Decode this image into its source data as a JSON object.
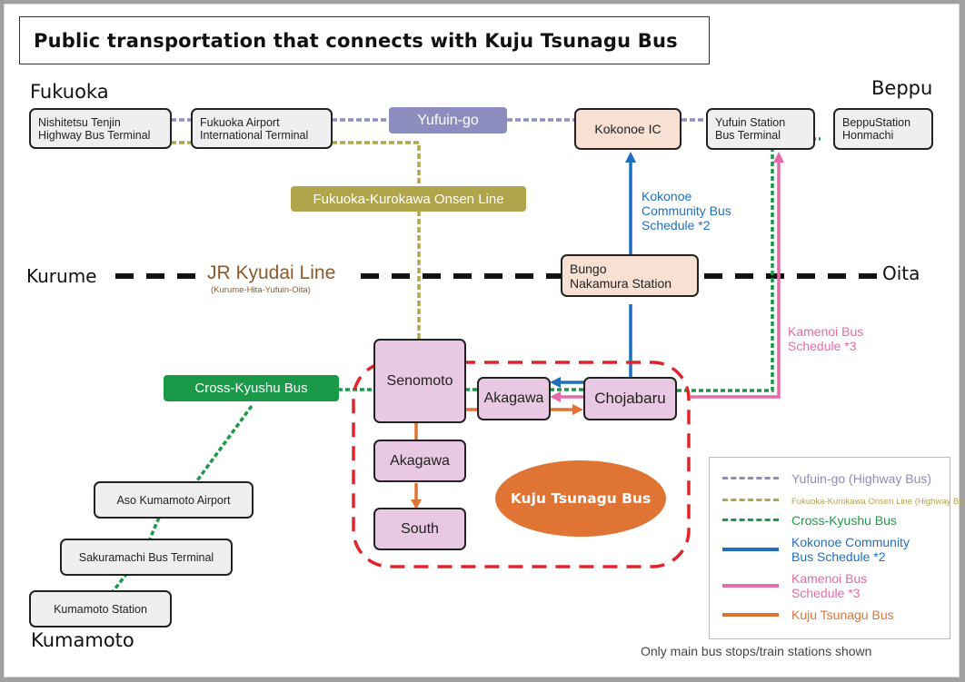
{
  "title": "Public transportation that connects with Kuju Tsunagu Bus",
  "regions": {
    "fukuoka": "Fukuoka",
    "beppu": "Beppu",
    "kumamoto": "Kumamoto",
    "kurume": "Kurume",
    "oita": "Oita"
  },
  "stops": {
    "nishitetsu_tenjin": "Nishitetsu Tenjin\nHighway Bus Terminal",
    "fukuoka_airport": "Fukuoka Airport\nInternational Terminal",
    "kokonoe_ic": "Kokonoe IC",
    "yufuin_station": "Yufuin Station\nBus Terminal",
    "beppu_station": "BeppuStation\nHonmachi",
    "bungo_nakamura": "Bungo\nNakamura Station",
    "senomoto": "Senomoto",
    "akagawa_east": "Akagawa",
    "chojabaru": "Chojabaru",
    "akagawa_south": "Akagawa",
    "south": "South",
    "aso_airport": "Aso Kumamoto Airport",
    "sakuramachi": "Sakuramachi Bus Terminal",
    "kumamoto_station": "Kumamoto Station"
  },
  "line_labels": {
    "yufuin_go": "Yufuin-go",
    "fukuoka_kurokawa": "Fukuoka-Kurokawa Onsen Line",
    "cross_kyushu": "Cross-Kyushu Bus",
    "jr_title": "JR Kyudai Line",
    "jr_sub": "(Kurume-Hita-Yufuin-Oita)",
    "kokonoe_annot": "Kokonoe\nCommunity Bus\nSchedule *2",
    "kamenoi_annot": "Kamenoi Bus\nSchedule *3",
    "kuju_oval": "Kuju Tsunagu Bus"
  },
  "colors": {
    "yufuin_go": "#8c8cbf",
    "fukuoka_kurokawa": "#b0a54a",
    "cross_kyushu": "#1a9a48",
    "kokonoe": "#1f6fbf",
    "kamenoi": "#e46aa8",
    "kuju": "#e07435",
    "jr": "#111111",
    "kuju_area": "#e0242b"
  },
  "legend": [
    {
      "label": "Yufuin-go (Highway Bus)",
      "style": "dotted",
      "color": "#8c8cbf"
    },
    {
      "label": "Fukuoka-Kurokawa Onsen Line (Highway Bus)",
      "style": "dotted",
      "color": "#b0a54a"
    },
    {
      "label": "Cross-Kyushu Bus",
      "style": "dotted",
      "color": "#1a9a48"
    },
    {
      "label": "Kokonoe Community\nBus Schedule *2",
      "style": "solid",
      "color": "#1f6fbf"
    },
    {
      "label": "Kamenoi Bus\nSchedule *3",
      "style": "solid",
      "color": "#e46aa8"
    },
    {
      "label": "Kuju Tsunagu Bus",
      "style": "solid",
      "color": "#e07435"
    }
  ],
  "footnote": "Only main bus stops/train stations shown"
}
